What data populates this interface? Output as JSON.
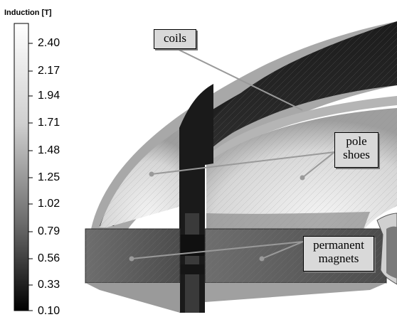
{
  "legend": {
    "title": "Induction [T]",
    "ticks": [
      "2.40",
      "2.17",
      "1.94",
      "1.71",
      "1.48",
      "1.25",
      "1.02",
      "0.79",
      "0.56",
      "0.33",
      "0.10"
    ]
  },
  "callouts": {
    "coils": "coils",
    "pole_shoes_line1": "pole",
    "pole_shoes_line2": "shoes",
    "magnets_line1": "permanent",
    "magnets_line2": "magnets"
  }
}
